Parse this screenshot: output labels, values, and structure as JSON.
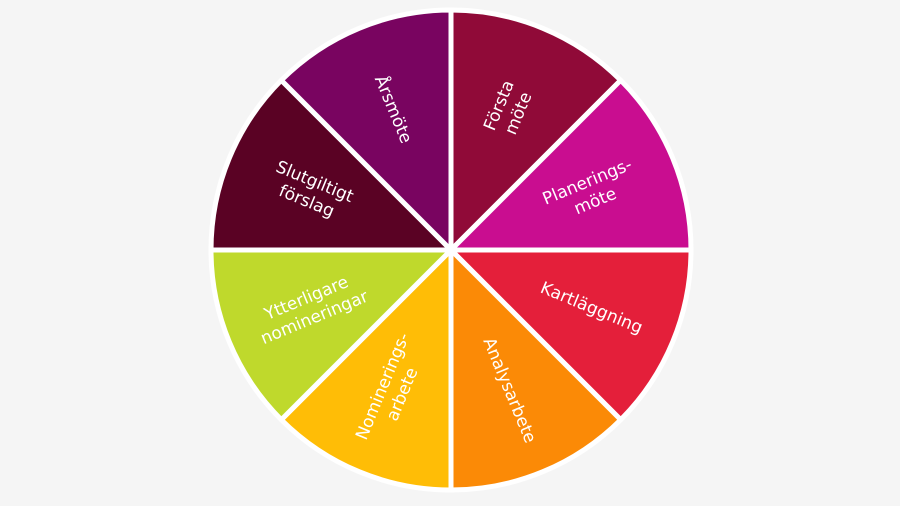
{
  "wheel": {
    "background": "#f5f5f5",
    "divider_color": "#ffffff",
    "segments": [
      {
        "lines": [
          "Första",
          "möte"
        ],
        "color": "#900a38"
      },
      {
        "lines": [
          "Planerings-",
          "möte"
        ],
        "color": "#c90d90"
      },
      {
        "lines": [
          "Kartläggning"
        ],
        "color": "#e41f3a"
      },
      {
        "lines": [
          "Analysarbete"
        ],
        "color": "#fb8a06"
      },
      {
        "lines": [
          "Nominerings-",
          "arbete"
        ],
        "color": "#ffbd06"
      },
      {
        "lines": [
          "Ytterligare",
          "nomineringar"
        ],
        "color": "#bfd92c"
      },
      {
        "lines": [
          "Slutgiltigt",
          "förslag"
        ],
        "color": "#5a0224"
      },
      {
        "lines": [
          "Årsmöte"
        ],
        "color": "#790460"
      }
    ]
  }
}
